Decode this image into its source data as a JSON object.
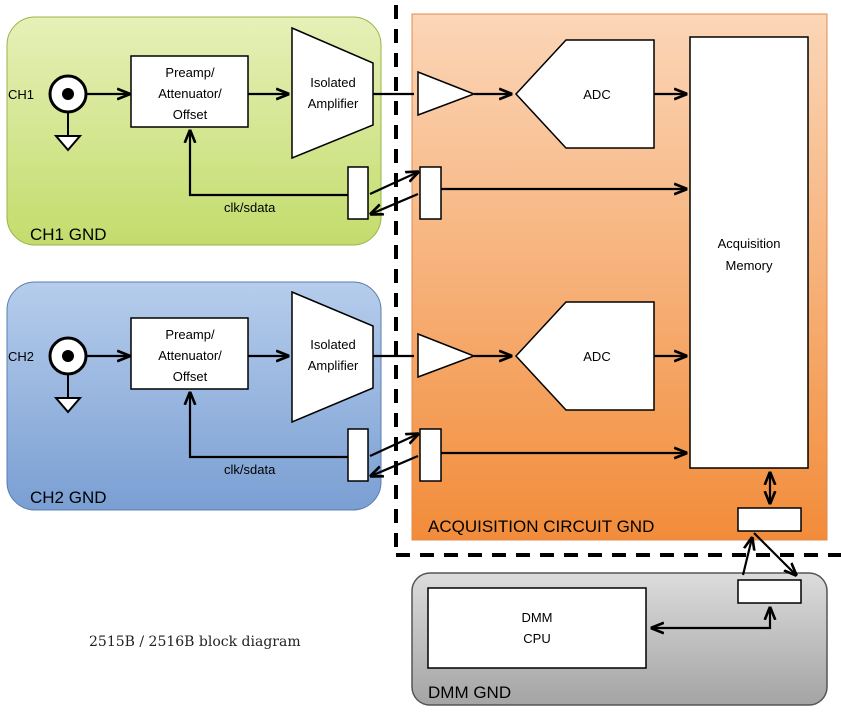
{
  "colors": {
    "ch1_region": "#d2e58a",
    "ch2_region": "#94b3dd",
    "acquisition_region": "#f6a566",
    "dmm_region": "#b4b4b4"
  },
  "icons": [
    "bnc-connector-icon",
    "ground-symbol-icon",
    "buffer-triangle-icon"
  ],
  "ch1": {
    "input_label": "CH1",
    "preamp": [
      "Preamp/",
      "Attenuator/",
      "Offset"
    ],
    "isolated_amp": [
      "Isolated",
      "Amplifier"
    ],
    "clk_label": "clk/sdata",
    "gnd_label": "CH1 GND"
  },
  "ch2": {
    "input_label": "CH2",
    "preamp": [
      "Preamp/",
      "Attenuator/",
      "Offset"
    ],
    "isolated_amp": [
      "Isolated",
      "Amplifier"
    ],
    "clk_label": "clk/sdata",
    "gnd_label": "CH2 GND"
  },
  "acquisition": {
    "adc1_label": "ADC",
    "adc2_label": "ADC",
    "memory": [
      "Acquisition",
      "Memory"
    ],
    "gnd_label": "ACQUISITION CIRCUIT GND"
  },
  "dmm": {
    "cpu": [
      "DMM",
      "CPU"
    ],
    "gnd_label": "DMM GND"
  },
  "caption": "2515B / 2516B block diagram"
}
